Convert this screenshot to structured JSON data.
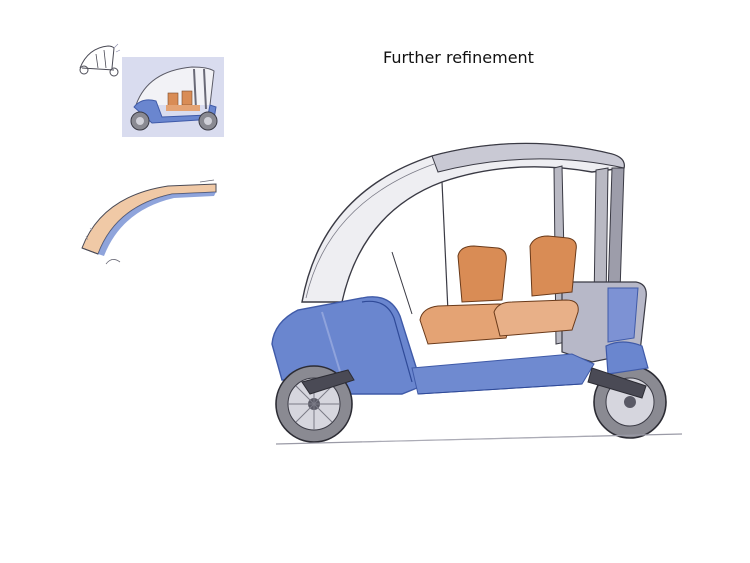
{
  "slide": {
    "title": "Further refinement"
  },
  "colors": {
    "body_blue": "#6a86cf",
    "body_blue_dark": "#3f5aa8",
    "seat_orange": "#d98c55",
    "seat_light": "#f0c9a6",
    "frame_grey": "#b9b9c3",
    "tire_grey": "#8a8a92",
    "line": "#3a3a44",
    "thumb_bg": "#d9dcef"
  },
  "icons": {
    "small_thumb": "vehicle-sketch-thumbnail",
    "color_thumb": "vehicle-color-thumbnail",
    "roof": "roof-panel-detail",
    "main": "three-wheel-vehicle-sketch"
  }
}
